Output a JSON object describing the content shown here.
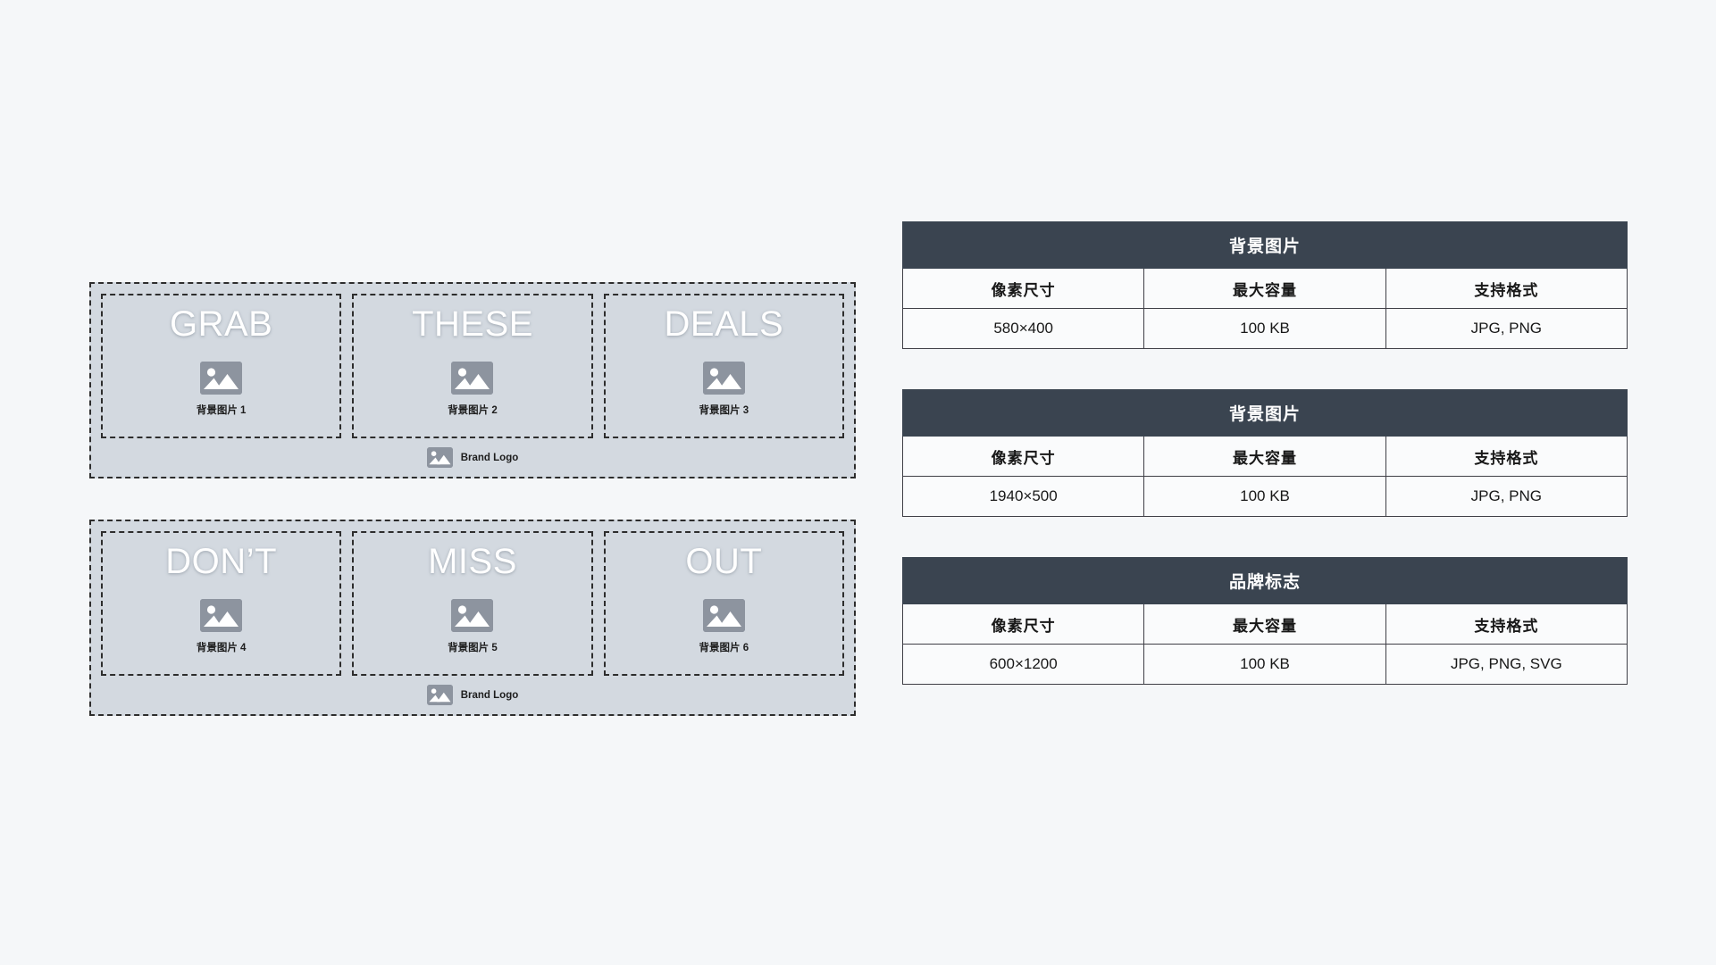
{
  "banners": [
    {
      "name": "banner-mockup-1",
      "panels": [
        {
          "word": "GRAB",
          "caption": "背景图片 1",
          "icon": "image-placeholder-icon"
        },
        {
          "word": "THESE",
          "caption": "背景图片 2",
          "icon": "image-placeholder-icon"
        },
        {
          "word": "DEALS",
          "caption": "背景图片 3",
          "icon": "image-placeholder-icon"
        }
      ],
      "logo": {
        "label": "Brand Logo",
        "icon": "image-placeholder-icon"
      }
    },
    {
      "name": "banner-mockup-2",
      "panels": [
        {
          "word": "DON’T",
          "caption": "背景图片 4",
          "icon": "image-placeholder-icon"
        },
        {
          "word": "MISS",
          "caption": "背景图片 5",
          "icon": "image-placeholder-icon"
        },
        {
          "word": "OUT",
          "caption": "背景图片 6",
          "icon": "image-placeholder-icon"
        }
      ],
      "logo": {
        "label": "Brand Logo",
        "icon": "image-placeholder-icon"
      }
    }
  ],
  "tables": [
    {
      "title": "背景图片",
      "headers": [
        "像素尺寸",
        "最大容量",
        "支持格式"
      ],
      "values": [
        "580×400",
        "100 KB",
        "JPG, PNG"
      ]
    },
    {
      "title": "背景图片",
      "headers": [
        "像素尺寸",
        "最大容量",
        "支持格式"
      ],
      "values": [
        "1940×500",
        "100 KB",
        "JPG, PNG"
      ]
    },
    {
      "title": "品牌标志",
      "headers": [
        "像素尺寸",
        "最大容量",
        "支持格式"
      ],
      "values": [
        "600×1200",
        "100 KB",
        "JPG, PNG, SVG"
      ]
    }
  ],
  "colors": {
    "page_background": "#f5f7f9",
    "banner_fill": "#d3d9e0",
    "dashed_border": "#2d2d2d",
    "table_header": "#3a4450",
    "table_cell_background": "#fafbfc",
    "icon_fill": "#8d949f",
    "word_text": "#ffffff"
  }
}
